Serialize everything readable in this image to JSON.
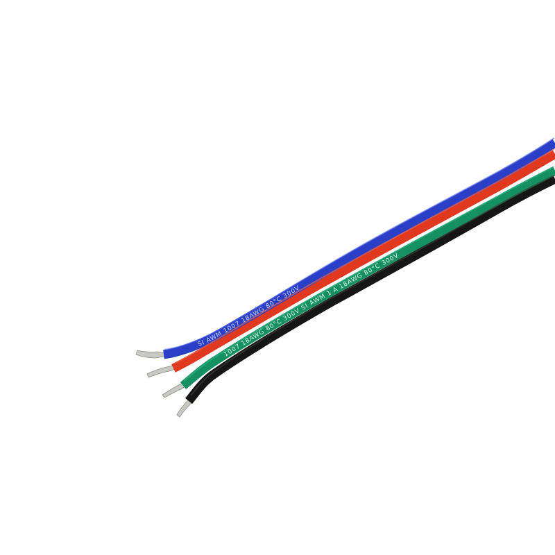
{
  "scene": {
    "subject": "four-conductor ribbon cable with stripped tinned ends",
    "background_color": "#ffffff"
  },
  "wires": [
    {
      "color_name": "blue",
      "color": "#2a3fc6",
      "highlight": "#4f63e6",
      "shadow": "#1c2a8a",
      "print_text": "SI AWM 1007 18AWG 80°C 300V",
      "print_color": "#c9d0ff"
    },
    {
      "color_name": "red",
      "color": "#e0391f",
      "highlight": "#f46a4d",
      "shadow": "#a8260f",
      "print_text": "",
      "print_color": "#ffd2c8"
    },
    {
      "color_name": "green",
      "color": "#159063",
      "highlight": "#33b684",
      "shadow": "#0c6a46",
      "print_text": "1007 18AWG 80°C 300V  SI AWM 1 A 18AWG 80°C 300V",
      "print_color": "#d8f5e8"
    },
    {
      "color_name": "black",
      "color": "#161616",
      "highlight": "#3a3a3a",
      "shadow": "#000000",
      "print_text": "",
      "print_color": "#666666"
    }
  ],
  "conductor_color": "#c9c9c4"
}
